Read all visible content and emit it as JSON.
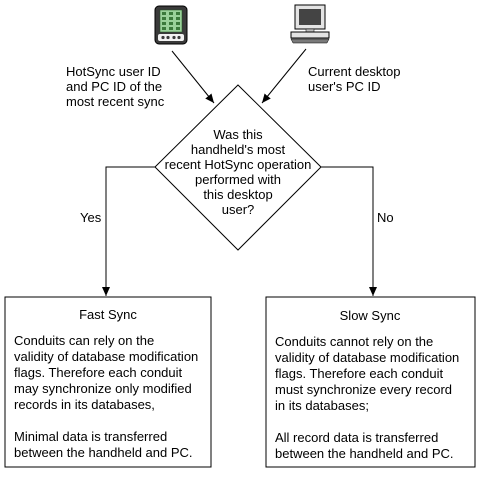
{
  "handheld": {
    "icon": "handheld-device-icon",
    "label_lines": [
      "HotSync user ID",
      "and PC ID of the",
      "most recent sync"
    ]
  },
  "desktop": {
    "icon": "desktop-computer-icon",
    "label_lines": [
      "Current desktop",
      "user's PC ID"
    ]
  },
  "decision": {
    "question_lines": [
      "Was this",
      "handheld's most",
      "recent HotSync operation",
      "performed with",
      "this desktop",
      "user?"
    ],
    "yes_label": "Yes",
    "no_label": "No"
  },
  "fast_sync": {
    "title": "Fast Sync",
    "body_lines": [
      "Conduits can rely on the",
      "validity of database modification",
      "flags. Therefore each conduit",
      "may synchronize only modified",
      "records in its databases,"
    ],
    "note_lines": [
      "Minimal data is transferred",
      "between the handheld and PC."
    ]
  },
  "slow_sync": {
    "title": "Slow Sync",
    "body_lines": [
      "Conduits cannot rely on the",
      "validity of database modification",
      "flags. Therefore each conduit",
      "must synchronize every record",
      "in its databases;"
    ],
    "note_lines": [
      "All record data is transferred",
      "between the handheld and PC."
    ]
  }
}
